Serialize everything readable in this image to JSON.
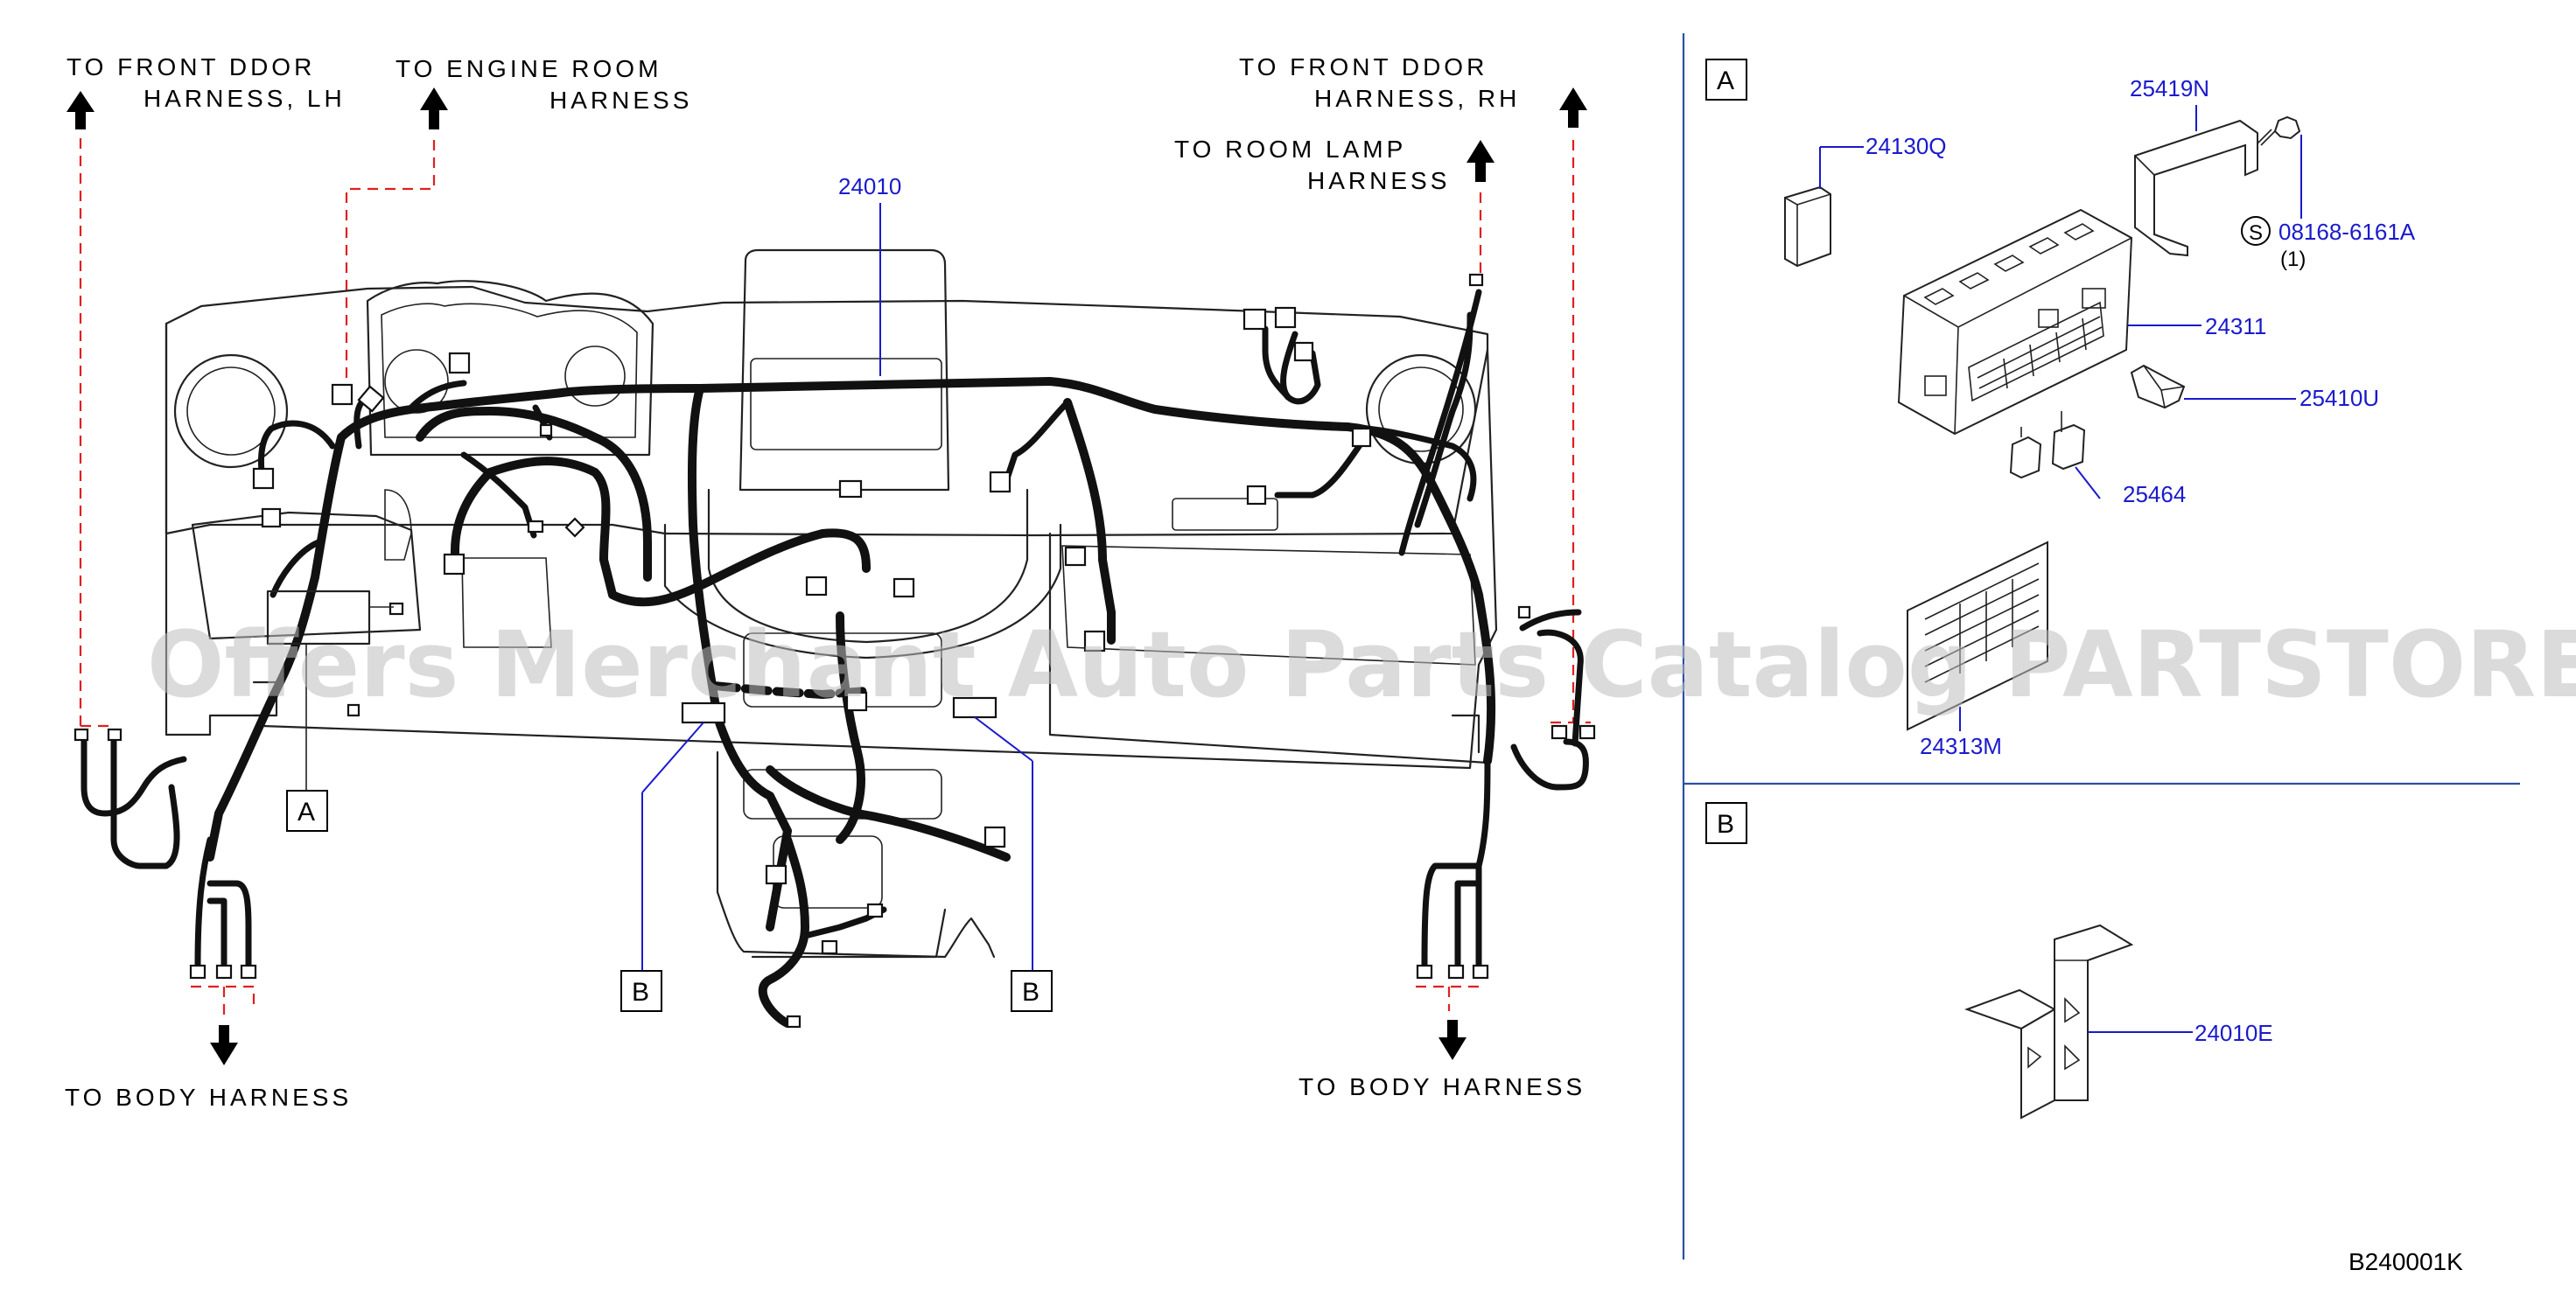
{
  "labels": {
    "front_door_lh_1": "TO  FRONT  DDOR",
    "front_door_lh_2": "HARNESS,  LH",
    "engine_room_1": "TO  ENGINE  ROOM",
    "engine_room_2": "HARNESS",
    "front_door_rh_1": "TO  FRONT  DDOR",
    "front_door_rh_2": "HARNESS,  RH",
    "room_lamp_1": "TO  ROOM  LAMP",
    "room_lamp_2": "HARNESS",
    "body_harness_left": "TO  BODY  HARNESS",
    "body_harness_right": "TO  BODY  HARNESS"
  },
  "part_numbers": {
    "main_harness": "24010",
    "fuse_cover": "24130Q",
    "bracket": "25419N",
    "bolt": "08168-6161A",
    "bolt_qty": "(1)",
    "bolt_symbol": "S",
    "fuse_block": "24311",
    "fuse_puller": "25410U",
    "fuse": "25464",
    "fuse_label": "24313M",
    "clip": "24010E"
  },
  "callouts": {
    "a_left": "A",
    "b_left1": "B",
    "b_left2": "B",
    "panel_a": "A",
    "panel_b": "B"
  },
  "diagram_code": "B240001K",
  "watermark": "Offers Merchant Auto Parts Catalog PARTSTORE.SA",
  "colors": {
    "part_number_blue": "#1a1acc",
    "leader_red": "#e02020",
    "divider_blue": "#2b4fa6"
  }
}
